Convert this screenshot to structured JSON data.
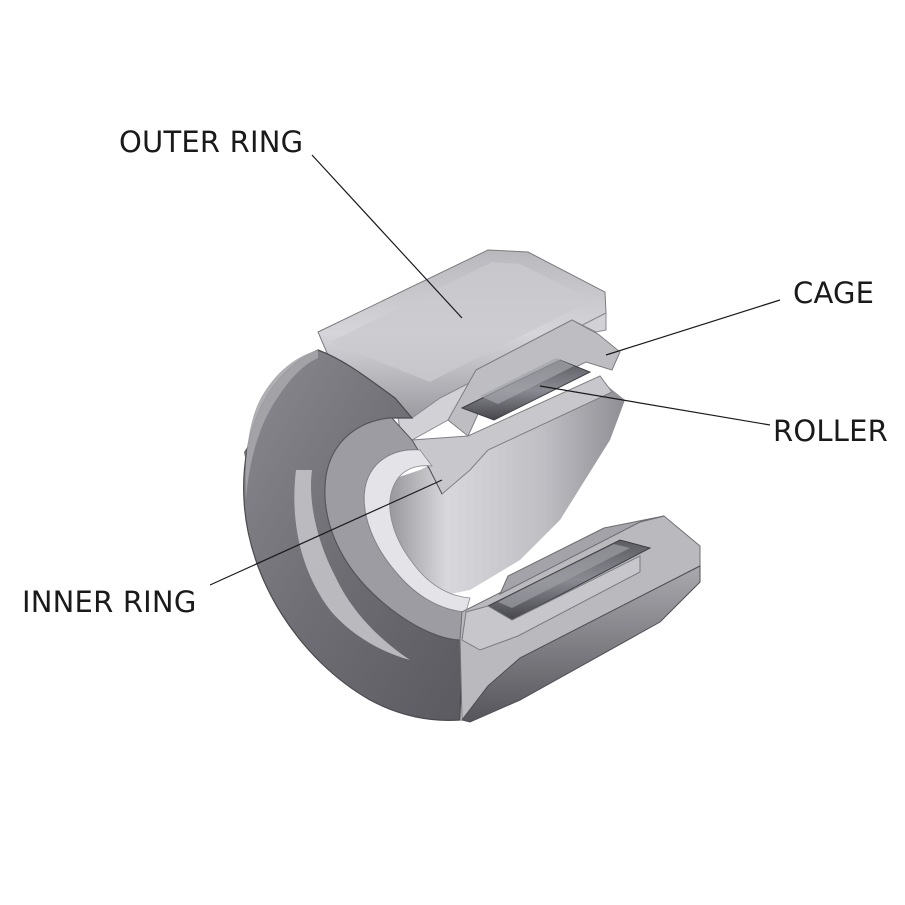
{
  "labels": {
    "outer_ring": "OUTER RING",
    "cage": "CAGE",
    "roller": "ROLLER",
    "inner_ring": "INNER RING"
  },
  "colors": {
    "background": "#ffffff",
    "text": "#1a1a1a",
    "metal_light": "#c4c4c8",
    "metal_mid": "#8e8e93",
    "metal_dark": "#56565c"
  }
}
